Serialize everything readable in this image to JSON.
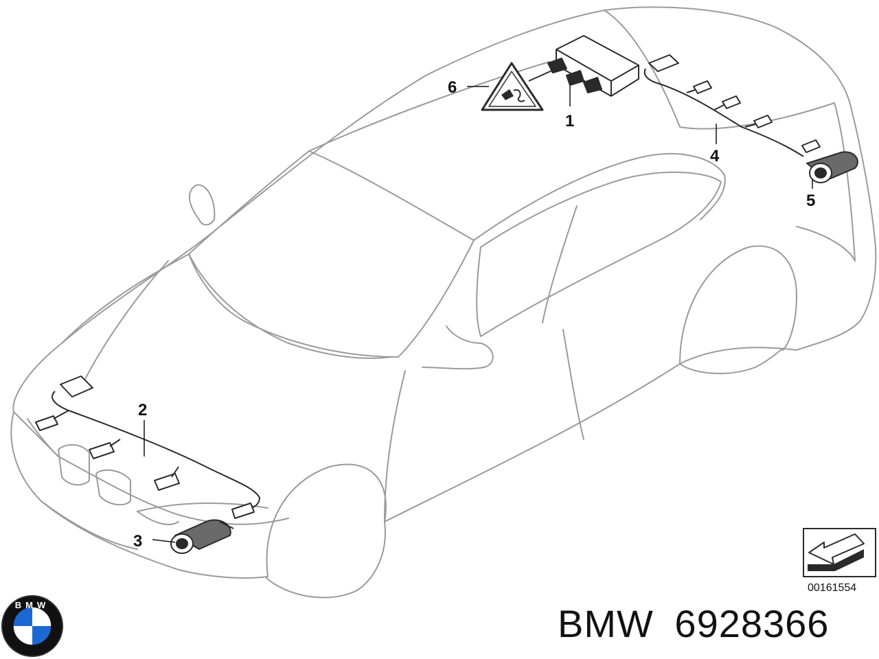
{
  "callouts": {
    "c1": "1",
    "c2": "2",
    "c3": "3",
    "c4": "4",
    "c5": "5",
    "c6": "6"
  },
  "diagram_code": "00161554",
  "logo": {
    "text": "BMW",
    "colors": {
      "blue": "#1c69d4",
      "ring": "#111111",
      "white": "#ffffff"
    }
  },
  "footer": {
    "brand": "BMW",
    "part_number": "6928366"
  },
  "colors": {
    "outline": "#9a9a9a",
    "parts": "#2a2a2a",
    "line": "#111111"
  }
}
